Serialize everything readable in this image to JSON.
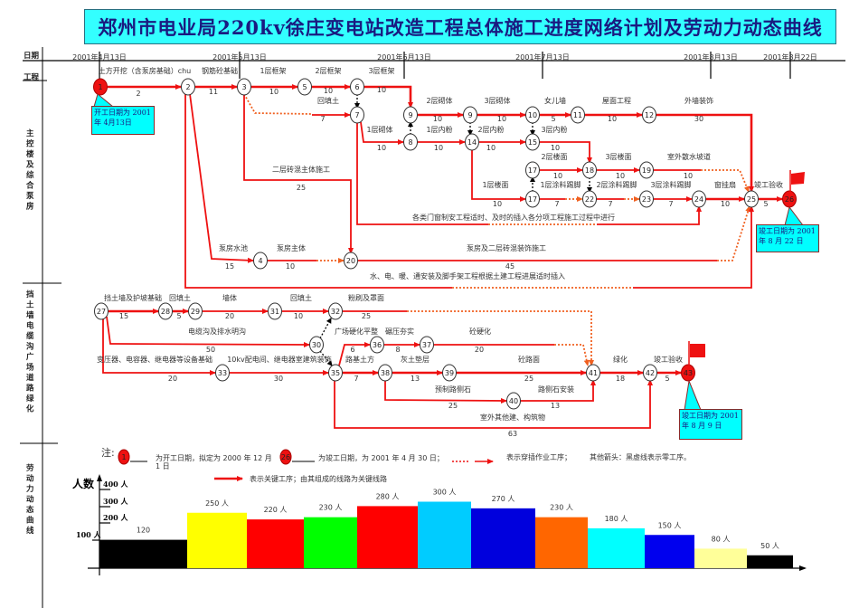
{
  "title": "郑州市电业局220kv徐庄变电站改造工程总体施工进度网络计划及劳动力动态曲线",
  "rows": {
    "date": "日期",
    "project": "工程",
    "section1": "主控楼及综合泵房",
    "section2": "挡土墙电缆沟广场道路绿化",
    "section3": "劳动力动态曲线"
  },
  "dates": [
    "2001年4月13日",
    "2001年5月13日",
    "2001年6月13日",
    "2001年7月13日",
    "2001年8月13日",
    "2001年8月22日"
  ],
  "nodes": [
    "1",
    "2",
    "3",
    "5",
    "6",
    "7",
    "9",
    "8",
    "9",
    "14",
    "10",
    "11",
    "12",
    "15",
    "17",
    "18",
    "19",
    "17",
    "22",
    "23",
    "24",
    "25",
    "26",
    "4",
    "20",
    "27",
    "28",
    "29",
    "31",
    "32",
    "30",
    "36",
    "37",
    "33",
    "35",
    "38",
    "39",
    "40",
    "41",
    "42",
    "43"
  ],
  "activities": [
    {
      "label": "土方开挖（含泵房基础）chu",
      "duration": "2"
    },
    {
      "label": "钢筋砼基础",
      "duration": "11"
    },
    {
      "label": "1层框架",
      "duration": "10"
    },
    {
      "label": "2层框架",
      "duration": "10"
    },
    {
      "label": "3层框架",
      "duration": "10"
    },
    {
      "label": "回填土",
      "duration": "7"
    },
    {
      "label": "",
      "duration": ""
    },
    {
      "label": "1层砌体",
      "duration": "10"
    },
    {
      "label": "",
      "duration": ""
    },
    {
      "label": "2层砌体",
      "duration": "10"
    },
    {
      "label": "1层内粉",
      "duration": "10"
    },
    {
      "label": "",
      "duration": ""
    },
    {
      "label": "3层砌体",
      "duration": "10"
    },
    {
      "label": "2层内粉",
      "duration": "10"
    },
    {
      "label": "",
      "duration": ""
    },
    {
      "label": "女儿墙",
      "duration": "5"
    },
    {
      "label": "屋面工程",
      "duration": "10"
    },
    {
      "label": "外墙装饰",
      "duration": "30"
    },
    {
      "label": "3层内粉",
      "duration": "10"
    },
    {
      "label": "2层楼面",
      "duration": "10"
    },
    {
      "label": "3层楼面",
      "duration": "10"
    },
    {
      "label": "室外散水坡道",
      "duration": "10"
    },
    {
      "label": "1层楼面",
      "duration": "10"
    },
    {
      "label": "",
      "duration": ""
    },
    {
      "label": "1层涂料踢脚",
      "duration": "7"
    },
    {
      "label": "",
      "duration": ""
    },
    {
      "label": "2层涂料踢脚",
      "duration": "7"
    },
    {
      "label": "3层涂料踢脚",
      "duration": "7"
    },
    {
      "label": "窗挂扇",
      "duration": "10"
    },
    {
      "label": "竣工验收",
      "duration": "5"
    },
    {
      "label": "各类门窗制安工程适时、及时的插入各分项工程施工过程中进行",
      "duration": ""
    },
    {
      "label": "二层砖混主体施工",
      "duration": "25"
    },
    {
      "label": "泵房水池",
      "duration": "15"
    },
    {
      "label": "泵房主体",
      "duration": "10"
    },
    {
      "label": "泵房及二层砖混装饰施工",
      "duration": "45"
    },
    {
      "label": "水、电、暖、通安装及脚手架工程根据土建工程进展适时插入",
      "duration": ""
    },
    {
      "label": "挡土墙及护坡基础",
      "duration": "15"
    },
    {
      "label": "回填土",
      "duration": "5"
    },
    {
      "label": "墙体",
      "duration": "20"
    },
    {
      "label": "回填土",
      "duration": "10"
    },
    {
      "label": "粉刷及罩面",
      "duration": "25"
    },
    {
      "label": "电缆沟及排水明沟",
      "duration": "50"
    },
    {
      "label": "",
      "duration": ""
    },
    {
      "label": "",
      "duration": ""
    },
    {
      "label": "变压器、电容器、继电器等设备基础",
      "duration": "20"
    },
    {
      "label": "10kv配电间、继电器室建筑装饰",
      "duration": "30"
    },
    {
      "label": "广场硬化平整",
      "duration": "6"
    },
    {
      "label": "碾压夯实",
      "duration": "8"
    },
    {
      "label": "砼硬化",
      "duration": "20"
    },
    {
      "label": "路基土方",
      "duration": "7"
    },
    {
      "label": "灰土垫层",
      "duration": "13"
    },
    {
      "label": "砼路面",
      "duration": "25"
    },
    {
      "label": "预制路侧石",
      "duration": "25"
    },
    {
      "label": "路侧石安装",
      "duration": "13"
    },
    {
      "label": "室外其他建、构筑物",
      "duration": "63"
    },
    {
      "label": "绿化",
      "duration": "18"
    },
    {
      "label": "竣工验收",
      "duration": "5"
    }
  ],
  "callouts": {
    "start": "开工日期为 2001 年 4月13日",
    "end_main": "竣工日期为 2001 年 8 月 22 日",
    "end_site": "竣工日期为 2001 年 8 月 9 日"
  },
  "legend": {
    "note": "注:",
    "start_node": "1",
    "start_text": "为开工日期，拟定为 2000 年 12 月 1 日",
    "end_node": "26",
    "end_text": "为竣工日期，为 2001 年 4 月 30 日；",
    "dotted_text": "表示穿插作业工序；",
    "other_text": "其他箭头：黑虚线表示零工序。",
    "critical_text": "表示关键工序；由其组成的线路为关键线路"
  },
  "colors": {
    "critical": "#ee1111",
    "dotted": "#f06020",
    "title_bg": "#33ffff"
  },
  "chart_data": {
    "type": "bar",
    "ylabel": "人数",
    "yticks": [
      "100 人",
      "200 人",
      "300 人",
      "400 人"
    ],
    "values": [
      120,
      250,
      220,
      230,
      280,
      300,
      270,
      230,
      180,
      150,
      80,
      50
    ],
    "value_labels": [
      "120",
      "250 人",
      "220 人",
      "230 人",
      "280 人",
      "300 人",
      "270 人",
      "230 人",
      "180 人",
      "150 人",
      "80 人",
      "50 人"
    ],
    "colors": [
      "#000000",
      "#ffff00",
      "#ff0000",
      "#00ff00",
      "#ff0000",
      "#00ccff",
      "#0000dd",
      "#ff6600",
      "#00ffff",
      "#0000ee",
      "#ffff99",
      "#000000"
    ]
  }
}
